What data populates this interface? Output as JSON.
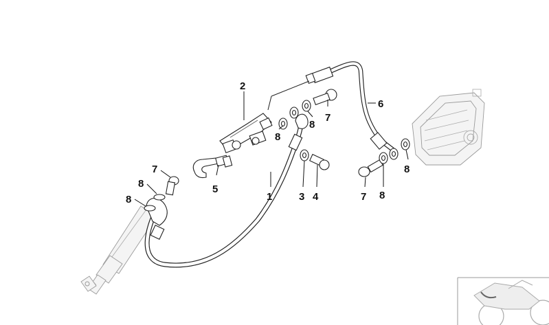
{
  "callouts": {
    "c2": "2",
    "c6": "6",
    "c7a": "7",
    "c8a": "8",
    "c8b": "8",
    "c7b": "7",
    "c8c": "8",
    "c8d": "8",
    "c5": "5",
    "c1": "1",
    "c3": "3",
    "c4": "4",
    "c7c": "7",
    "c8e": "8",
    "c8f": "8"
  }
}
